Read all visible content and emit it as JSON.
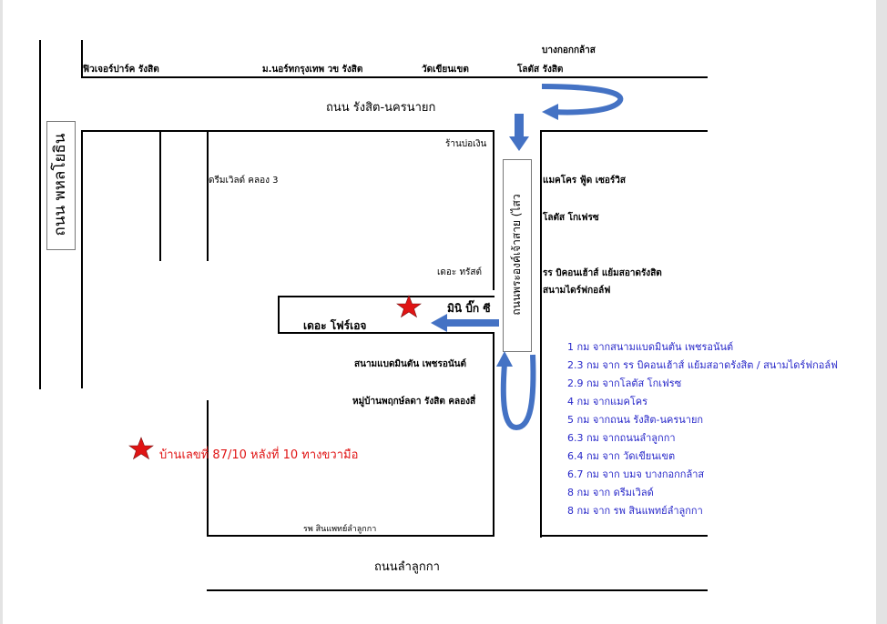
{
  "map": {
    "road_phahon_yothin": "ถนน พหลโยธิน",
    "road_rangsit_nakhonnayok": "ถนน รังสิต-นครนายก",
    "road_lam_luk_ka": "ถนนลำลูกกา",
    "road_phra_ong_chao_saisanit": "ถนนพระองค์เจ้าสาย (ไสว",
    "top_labels": {
      "future_park": "ฟิวเจอร์ปาร์ค รังสิต",
      "bangkok_university": "ม.นอร์ทกรุงเทพ วข รังสิต",
      "wat_khian_khet": "วัดเขียนเขต",
      "lotus_rangsit": "โลตัส รังสิต",
      "bang_kok_klassa": "บางกอกกล้าส"
    },
    "places": {
      "ran_bo_ngoen": "ร้านบ่อเงิน",
      "dream_world": "ดรีมเวิลด์ คลอง 3",
      "the_trust": "เดอะ ทรัสต์",
      "mini_big_c": "มินิ บิ๊ก ซี",
      "the_privet": "เดอะ โฟร์เอจ",
      "badminton_court": "สนามแบดมินตัน เพชรอนันต์",
      "pruksa_village": "หมู่บ้านพฤกษ์ลดา รังสิต คลองสี่",
      "hospital_lam_luk_ka": "รพ สินแพทย์ลำลูกกา",
      "makro": "แมคโคร ฟู้ด เซอร์วิส",
      "lotus_go_fresh": "โลตัส โกเฟรซ",
      "bilingual_school": "รร บิคอนเฮ้าส์ แย้มสอาดรังสิต",
      "golf_range": "สนามไดร์ฟกอล์ฟ"
    },
    "house_note": "บ้านเลขที่ 87/10  หลังที่ 10 ทางขวามือ",
    "distances": [
      "1 กม จากสนามแบดมินตัน เพชรอนันต์",
      "2.3 กม จาก รร บิคอนเฮ้าส์ แย้มสอาดรังสิต / สนามไดร์ฟกอล์ฟ",
      "2.9 กม จากโลตัส โกเฟรซ",
      "4 กม จากแมคโคร",
      "5 กม จากถนน รังสิต-นครนายก",
      "6.3 กม จากถนนลำลูกกา",
      "6.4 กม จาก วัดเขียนเขต",
      "6.7 กม จาก บมจ บางกอกกล้าส",
      "8 กม จาก ดรีมเวิลด์",
      "8 กม จาก รพ สินแพทย์ลำลูกกา"
    ],
    "colors": {
      "arrow": "#4472c4",
      "star": "#e01414",
      "distance_text": "#2727c9",
      "house_text": "#e01414"
    },
    "icons": [
      "location-star-icon",
      "legend-star-icon",
      "direction-arrow-icon"
    ]
  }
}
